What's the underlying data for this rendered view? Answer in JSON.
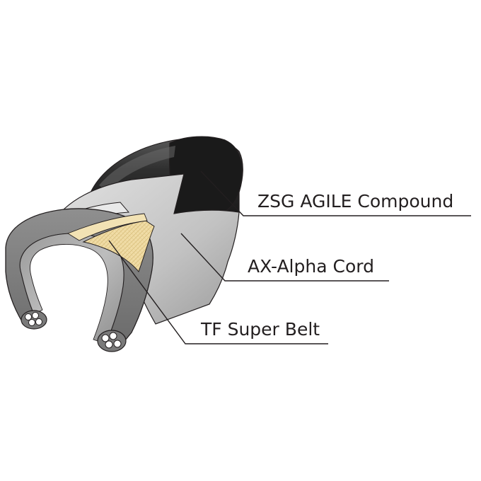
{
  "diagram": {
    "callouts": [
      {
        "id": "compound",
        "label": "ZSG AGILE Compound"
      },
      {
        "id": "cord",
        "label": "AX-Alpha Cord"
      },
      {
        "id": "belt",
        "label": "TF Super Belt"
      }
    ]
  },
  "colors": {
    "tread_dark": "#262626",
    "tread_mid": "#8a8a8a",
    "casing": "#c8c8c8",
    "inner": "#b4b4b4",
    "belt": "#efd9a2",
    "outline": "#231f20",
    "leader": "#231f20"
  }
}
